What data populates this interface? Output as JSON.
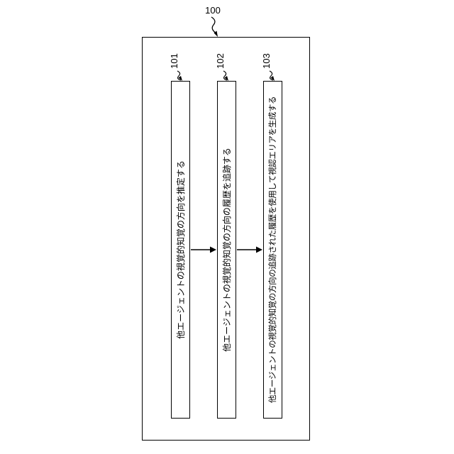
{
  "figure": {
    "outer_ref": "100",
    "boxes": [
      {
        "ref": "101",
        "text": "他エージェントの視覚的知覚の方向を推定する"
      },
      {
        "ref": "102",
        "text": "他エージェントの視覚的知覚の方向の履歴を追跡する"
      },
      {
        "ref": "103",
        "text": "他エージェントの視覚的知覚の方向の追跡された履歴を使用して視認エリアを生成する"
      }
    ],
    "flow": [
      {
        "from": "101",
        "to": "102"
      },
      {
        "from": "102",
        "to": "103"
      }
    ],
    "colors": {
      "line": "#000000",
      "background": "#ffffff"
    }
  }
}
